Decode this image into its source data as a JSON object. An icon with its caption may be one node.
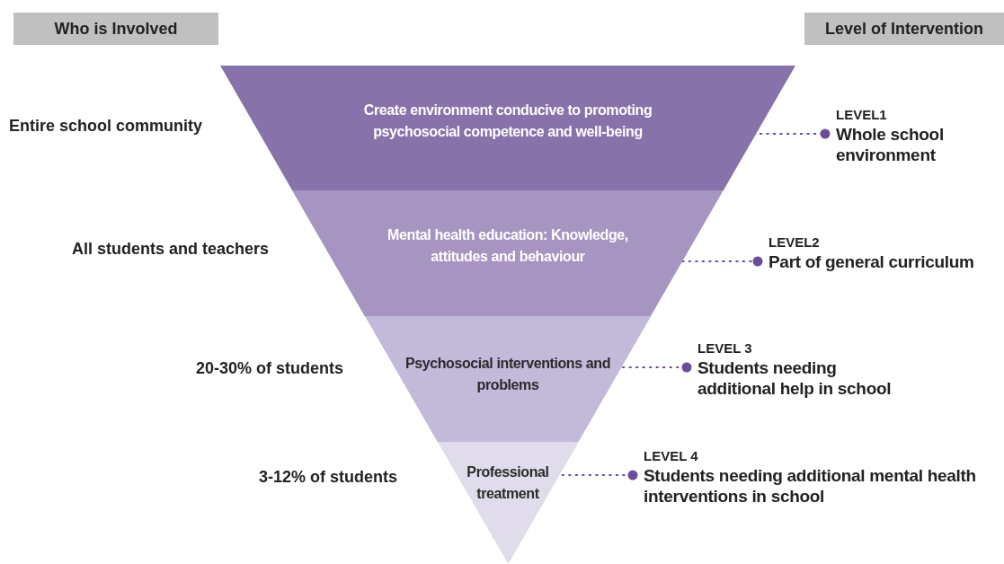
{
  "diagram": {
    "nodes": [
      {
        "text": [
          "Who is Involved"
        ]
      },
      {
        "text": [
          "Level of Intervention"
        ]
      },
      {
        "text": [
          "Create environment conducive to promoting psychosocial competence and well-being"
        ]
      },
      {
        "text": [
          "LEVEL1",
          "Whole school environment"
        ]
      },
      {
        "text": [
          "Mental health education: Knowledge, attitudes and behaviour"
        ]
      },
      {
        "text": [
          "LEVEL2",
          "Part of general curriculum"
        ]
      },
      {
        "text": [
          "Psychosocial interventions and problems"
        ]
      },
      {
        "text": [
          "LEVEL 3",
          "Students needing additional help in school"
        ]
      },
      {
        "text": [
          "Professional treatment"
        ]
      },
      {
        "text": [
          "LEVEL 4",
          "Students needing additional mental health interventions in school"
        ]
      }
    ],
    "edges": [
      {
        "from": 2,
        "to": 3,
        "arrow": "other",
        "style": "dashed"
      },
      {
        "from": 4,
        "to": 5,
        "arrow": "other",
        "style": "dashed"
      },
      {
        "from": 6,
        "to": 7,
        "arrow": "other",
        "style": "dashed"
      },
      {
        "from": 8,
        "to": 9,
        "arrow": "other",
        "style": "dashed"
      }
    ],
    "labels": [
      "Entire school community",
      "All students and teachers",
      "20-30% of students",
      "3-12% of students"
    ]
  }
}
